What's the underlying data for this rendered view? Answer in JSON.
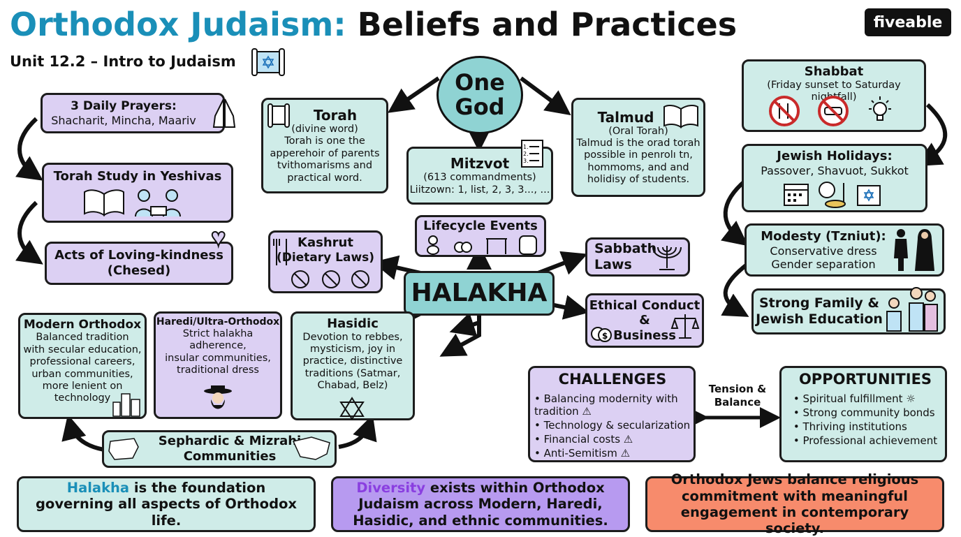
{
  "header": {
    "title_part1": "Orthodox Judaism:",
    "title_part2": "Beliefs and Practices",
    "subtitle": "Unit 12.2 – Intro to Judaism",
    "logo": "fiveable",
    "title_color": "#1a8fb8"
  },
  "center": {
    "one_god": [
      "One",
      "God"
    ],
    "halakha": "HALAKHA"
  },
  "torah": {
    "title": "Torah",
    "sub": "(divine word)",
    "body": [
      "Torah is one the",
      "apperehoir of parents",
      "tvithomarisms and",
      "practical word."
    ]
  },
  "mitzvot": {
    "title": "Mitzvot",
    "sub": "(613 commandments)",
    "body": "Liitzown: 1, list, 2, 3, 3..., ..."
  },
  "talmud": {
    "title": "Talmud",
    "sub": "(Oral Torah)",
    "body": [
      "Talmud is the orad torah",
      "possible in penrolı tn,",
      "hommoms, and and",
      "holidisy of students."
    ]
  },
  "left_practices": [
    {
      "text": [
        "3 Daily Prayers:",
        "Shacharit, Mincha, Maariv"
      ]
    },
    {
      "text": [
        "Torah Study in Yeshivas"
      ]
    },
    {
      "text": [
        "Acts of Loving-kindness",
        "(Chesed)"
      ]
    }
  ],
  "right_practices": {
    "shabbat": {
      "title": "Shabbat",
      "sub": "(Friday sunset to Saturday nightfall)"
    },
    "holidays": {
      "title": "Jewish Holidays:",
      "sub": "Passover, Shavuot, Sukkot"
    },
    "modesty": {
      "title": "Modesty (Tzniut):",
      "lines": [
        "Conservative dress",
        "Gender separation"
      ]
    },
    "family": {
      "lines": [
        "Strong Family &",
        "Jewish Education"
      ]
    }
  },
  "halakha_nodes": {
    "kashrut": [
      "Kashrut",
      "(Dietary Laws)"
    ],
    "lifecycle": "Lifecycle Events",
    "sabbath_laws": [
      "Sabbath",
      "Laws"
    ],
    "ethical": [
      "Ethical Conduct",
      "&",
      "Business"
    ]
  },
  "movements": [
    {
      "title": "Modern Orthodox",
      "body": [
        "Balanced tradition",
        "with secular education,",
        "professional careers,",
        "urban communities,",
        "more lenient on",
        "technology"
      ]
    },
    {
      "title": "Haredi/Ultra-Orthodox",
      "body": [
        "Strict halakha",
        "adherence,",
        "insular communities,",
        "traditional dress"
      ]
    },
    {
      "title": "Hasidic",
      "body": [
        "Devotion to rebbes,",
        "mysticism, joy in",
        "practice, distinctive",
        "traditions (Satmar,",
        "Chabad, Belz)"
      ]
    }
  ],
  "sephardic": [
    "Sephardic & Mizrahi",
    "Communities"
  ],
  "challenges": {
    "title": "CHALLENGES",
    "items": [
      "Balancing modernity with tradition ⚠",
      "Technology & secularization",
      "Financial costs ⚠",
      "Anti-Semitism ⚠"
    ]
  },
  "tension": [
    "Tension &",
    "Balance"
  ],
  "opportunities": {
    "title": "OPPORTUNITIES",
    "items": [
      "Spiritual fulfillment ☼",
      "Strong community bonds",
      "Thriving institutions",
      "Professional achievement"
    ]
  },
  "bottom": [
    {
      "highlight": "Halakha",
      "text": " is the foundation governing all aspects of Orthodox life.",
      "highlight_color": "#1a8fb8"
    },
    {
      "highlight": "Diversity",
      "text": " exists within Orthodox Judaism across Modern, Haredi, Hasidic, and ethnic communities.",
      "highlight_color": "#8a3fe0"
    },
    {
      "text": "Orthodox Jews balance religious commitment with meaningful engagement in contemporary society."
    }
  ]
}
